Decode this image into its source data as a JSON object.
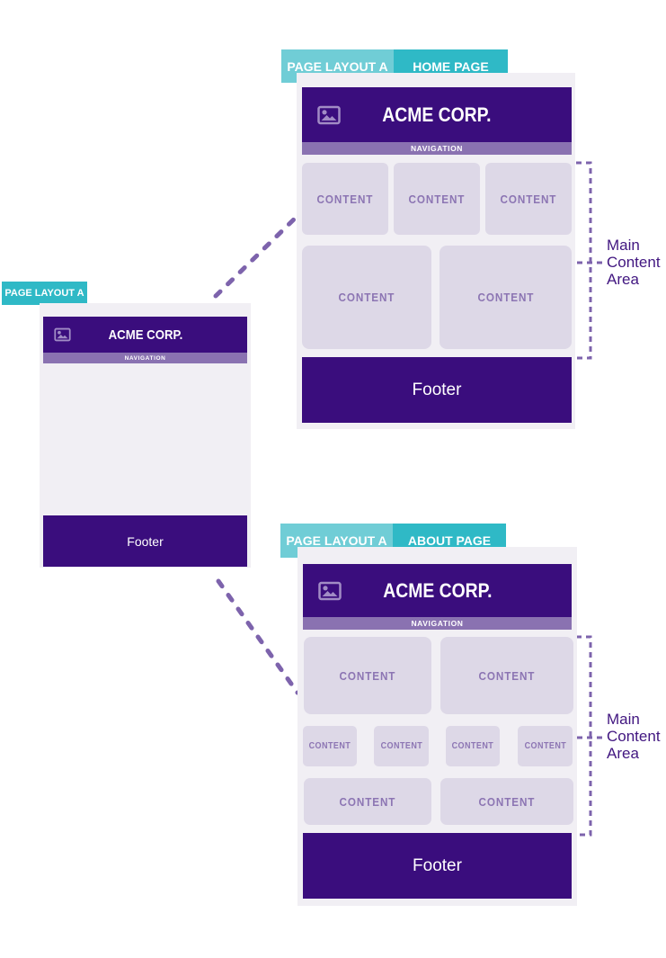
{
  "colors": {
    "teal": "#2FB9C6",
    "teal_light": "#70CDD6",
    "purple_dark": "#3A0D7D",
    "purple_mid": "#8A72B1",
    "card_bg": "#F1EFF4",
    "box_bg": "#DDD8E7",
    "box_text": "#8C75B3",
    "dash": "#7D63AC",
    "label_text": "#411680",
    "icon_stroke": "#A18CC5"
  },
  "icons": {
    "brand_logo": "image-icon"
  },
  "template_card": {
    "tab_label": "PAGE LAYOUT A",
    "brand": "ACME CORP.",
    "nav_label": "NAVIGATION",
    "footer_label": "Footer"
  },
  "home_card": {
    "layout_tab_label": "PAGE LAYOUT A",
    "page_tab_label": "HOME PAGE",
    "brand": "ACME CORP.",
    "nav_label": "NAVIGATION",
    "content_boxes_row1": [
      "CONTENT",
      "CONTENT",
      "CONTENT"
    ],
    "content_boxes_row2": [
      "CONTENT",
      "CONTENT"
    ],
    "footer_label": "Footer"
  },
  "about_card": {
    "layout_tab_label": "PAGE LAYOUT A",
    "page_tab_label": "ABOUT PAGE",
    "brand": "ACME CORP.",
    "nav_label": "NAVIGATION",
    "content_boxes_row1": [
      "CONTENT",
      "CONTENT"
    ],
    "content_boxes_row2": [
      "CONTENT",
      "CONTENT",
      "CONTENT",
      "CONTENT"
    ],
    "content_boxes_row3": [
      "CONTENT",
      "CONTENT"
    ],
    "footer_label": "Footer"
  },
  "annotations": {
    "home_main_content_area": {
      "line1": "Main",
      "line2": "Content",
      "line3": "Area"
    },
    "about_main_content_area": {
      "line1": "Main",
      "line2": "Content",
      "line3": "Area"
    }
  }
}
